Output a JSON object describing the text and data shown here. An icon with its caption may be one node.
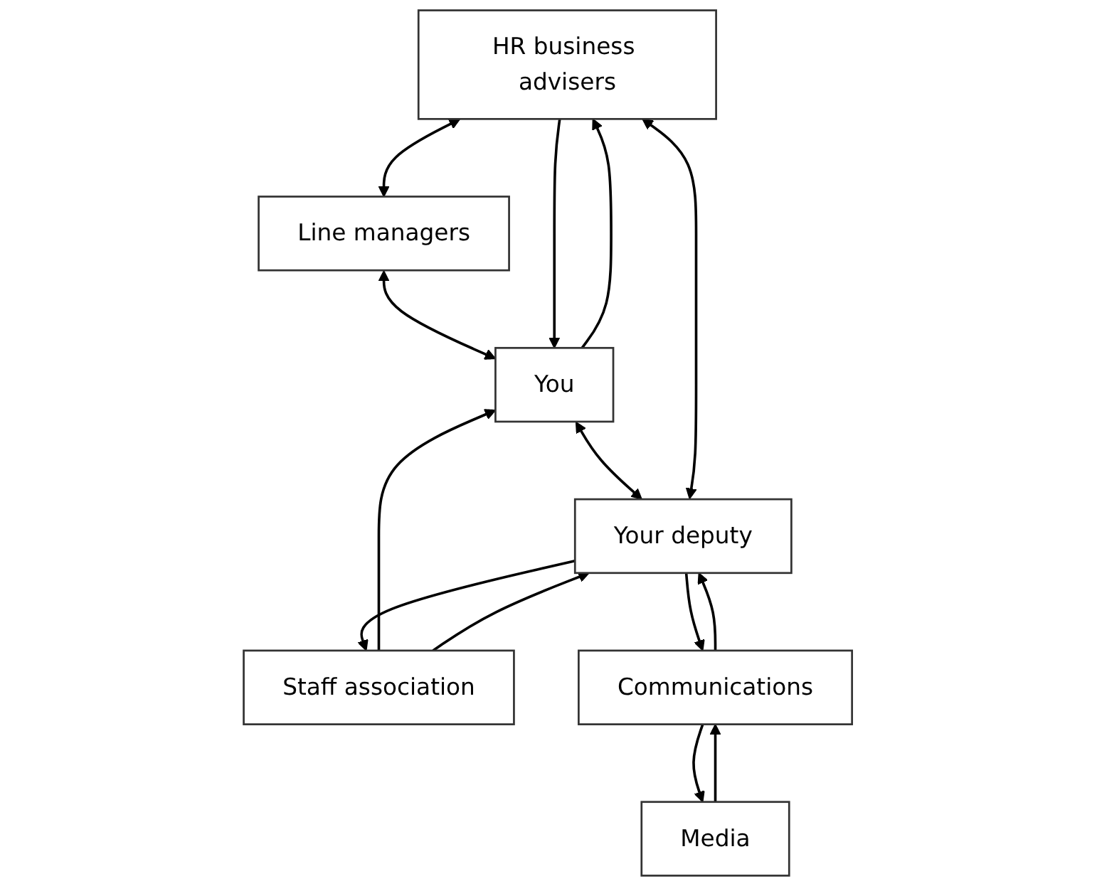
{
  "diagram": {
    "nodes": [
      {
        "text": [
          "HR business advisers"
        ]
      },
      {
        "text": [
          "Line managers"
        ]
      },
      {
        "text": [
          "You"
        ]
      },
      {
        "text": [
          "Your deputy"
        ]
      },
      {
        "text": [
          "Staff association"
        ]
      },
      {
        "text": [
          "Communications"
        ]
      },
      {
        "text": [
          "Media"
        ]
      }
    ],
    "edges": [
      {
        "from": 0,
        "to": 1,
        "arrow": "both"
      },
      {
        "from": 1,
        "to": 2,
        "arrow": "both"
      },
      {
        "from": 0,
        "to": 2,
        "arrow": "to"
      },
      {
        "from": 2,
        "to": 0,
        "arrow": "to"
      },
      {
        "from": 2,
        "to": 3,
        "arrow": "both"
      },
      {
        "from": 3,
        "to": 0,
        "arrow": "both"
      },
      {
        "from": 4,
        "to": 2,
        "arrow": "to"
      },
      {
        "from": 3,
        "to": 4,
        "arrow": "to"
      },
      {
        "from": 4,
        "to": 3,
        "arrow": "to"
      },
      {
        "from": 5,
        "to": 3,
        "arrow": "to"
      },
      {
        "from": 3,
        "to": 5,
        "arrow": "to"
      },
      {
        "from": 5,
        "to": 6,
        "arrow": "to"
      },
      {
        "from": 6,
        "to": 5,
        "arrow": "to"
      }
    ]
  }
}
